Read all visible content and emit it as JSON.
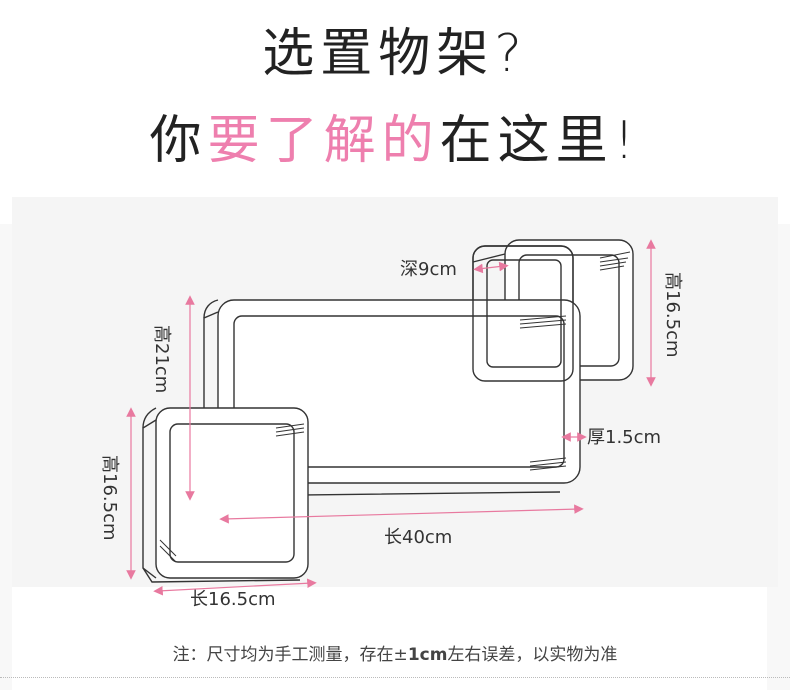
{
  "headline": {
    "line1": "选置物架?",
    "line2_pre": "你",
    "line2_highlight": "要了解的",
    "line2_post": "在这里!"
  },
  "colors": {
    "accent": "#ee7fae",
    "text": "#222222",
    "panel_bg": "#f5f5f5"
  },
  "diagram": {
    "depth_label": "深9cm",
    "height_right_label": "高16.5cm",
    "height_mid_label": "高21cm",
    "height_left_label": "高16.5cm",
    "thickness_label": "厚1.5cm",
    "length_mid_label": "长40cm",
    "length_left_label": "长16.5cm"
  },
  "note": {
    "prefix": "注：尺寸均为手工测量，存在±",
    "bold": "1cm",
    "suffix": "左右误差，以实物为准"
  }
}
